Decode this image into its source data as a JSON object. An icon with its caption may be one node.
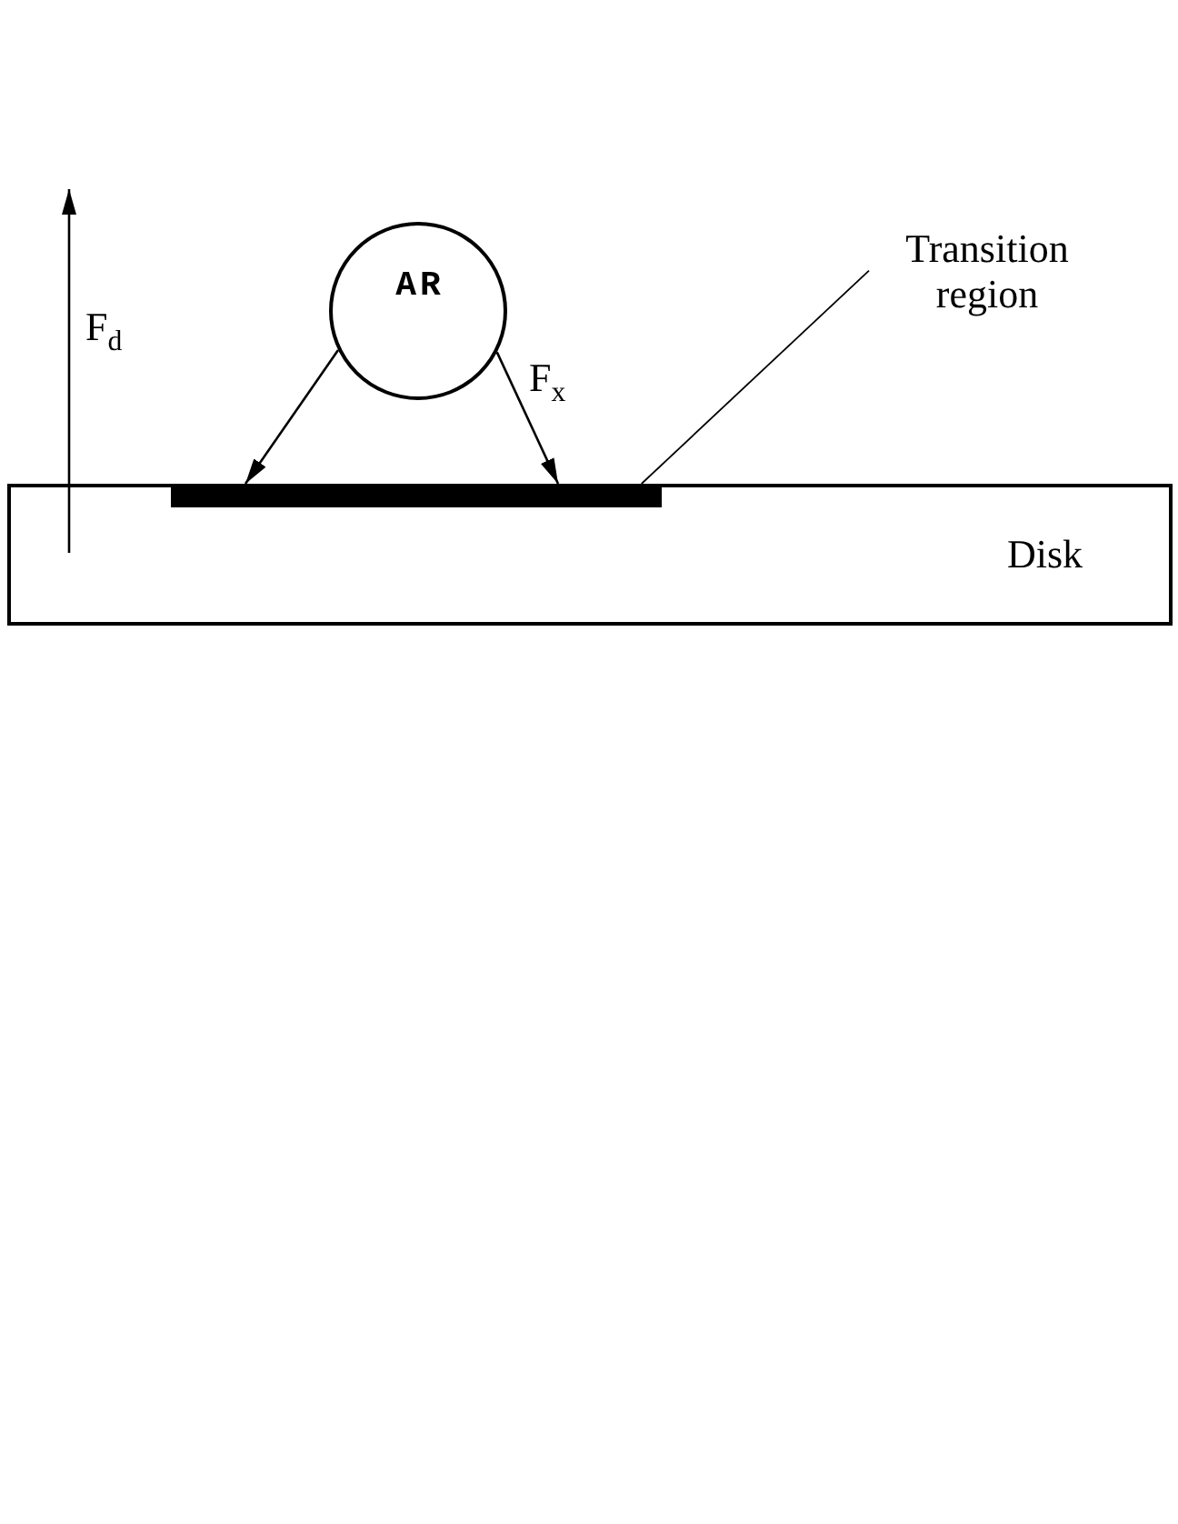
{
  "diagram": {
    "nodes": [
      {
        "text": [
          "AR"
        ]
      },
      {
        "text": [
          "Transition region"
        ]
      },
      {
        "text": [
          "Disk"
        ]
      },
      {
        "text": [],
        "shape": "bar",
        "in": 2
      }
    ],
    "edges": [
      {
        "from": 0,
        "to": 3,
        "arrow": "to"
      },
      {
        "from": 0,
        "to": 3,
        "arrow": "to",
        "label": "F$_{x}$"
      },
      {
        "from": 1,
        "to": 3,
        "arrow": "none"
      }
    ],
    "labels": [
      "F$_{d}$"
    ]
  }
}
